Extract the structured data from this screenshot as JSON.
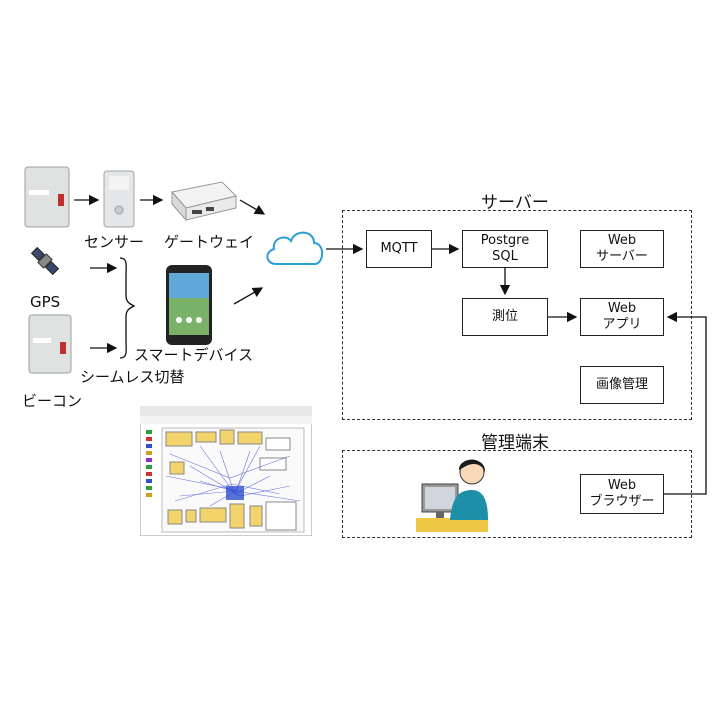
{
  "labels": {
    "sensor": "センサー",
    "gateway": "ゲートウェイ",
    "gps": "GPS",
    "smart_device": "スマートデバイス",
    "seamless": "シームレス切替",
    "beacon": "ビーコン"
  },
  "server": {
    "title": "サーバー",
    "mqtt": "MQTT",
    "postgre_line1": "Postgre",
    "postgre_line2": "SQL",
    "web_server_line1": "Web",
    "web_server_line2": "サーバー",
    "positioning": "測位",
    "web_app_line1": "Web",
    "web_app_line2": "アプリ",
    "image_mgmt": "画像管理"
  },
  "terminal": {
    "title": "管理端末",
    "browser_line1": "Web",
    "browser_line2": "ブラウザー"
  },
  "colors": {
    "cloud": "#2a9fd6",
    "device_body": "#dfe2e0",
    "floor_yellow": "#f3d36b",
    "path_blue": "#3040d0"
  },
  "icons": [
    "cloud-icon",
    "satellite-icon",
    "smartphone-icon",
    "gateway-icon",
    "user-at-computer-icon"
  ]
}
